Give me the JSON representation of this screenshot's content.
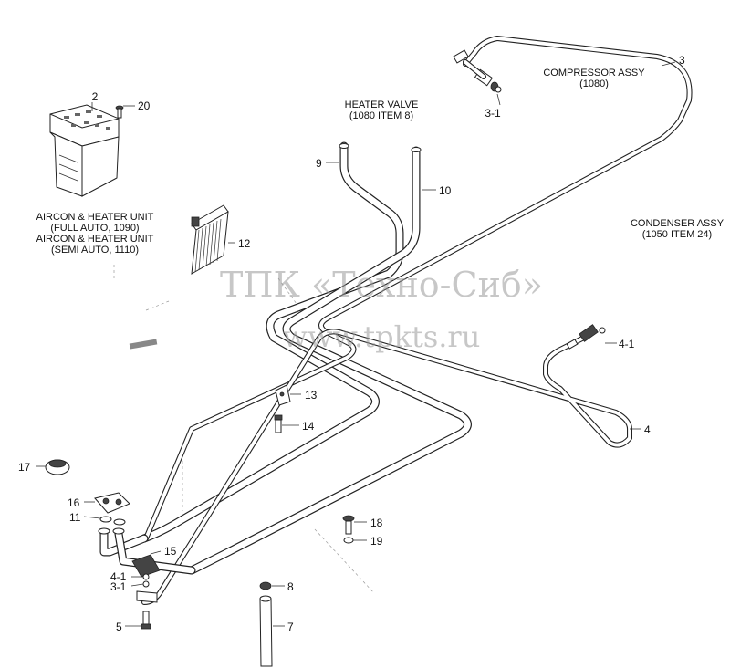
{
  "labels": {
    "heater_valve": "HEATER VALVE",
    "heater_valve_ref": "(1080 ITEM 8)",
    "compressor": "COMPRESSOR ASSY",
    "compressor_ref": "(1080)",
    "condenser": "CONDENSER ASSY",
    "condenser_ref": "(1050 ITEM 24)",
    "aircon_full": "AIRCON & HEATER UNIT",
    "aircon_full_ref": "(FULL AUTO, 1090)",
    "aircon_semi": "AIRCON & HEATER UNIT",
    "aircon_semi_ref": "(SEMI AUTO, 1110)"
  },
  "callouts": {
    "p2": "2",
    "p20": "20",
    "p3": "3",
    "p3_1_top": "3-1",
    "p9": "9",
    "p10": "10",
    "p12": "12",
    "p13": "13",
    "p14": "14",
    "p4": "4",
    "p4_1_right": "4-1",
    "p17": "17",
    "p16": "16",
    "p11": "11",
    "p15": "15",
    "p4_1_bottom": "4-1",
    "p3_1_bottom": "3-1",
    "p5": "5",
    "p18": "18",
    "p19": "19",
    "p8": "8",
    "p7": "7"
  },
  "watermark": {
    "line1": "ТПК «Техно-Сиб»",
    "line2": "www.tpkts.ru"
  }
}
